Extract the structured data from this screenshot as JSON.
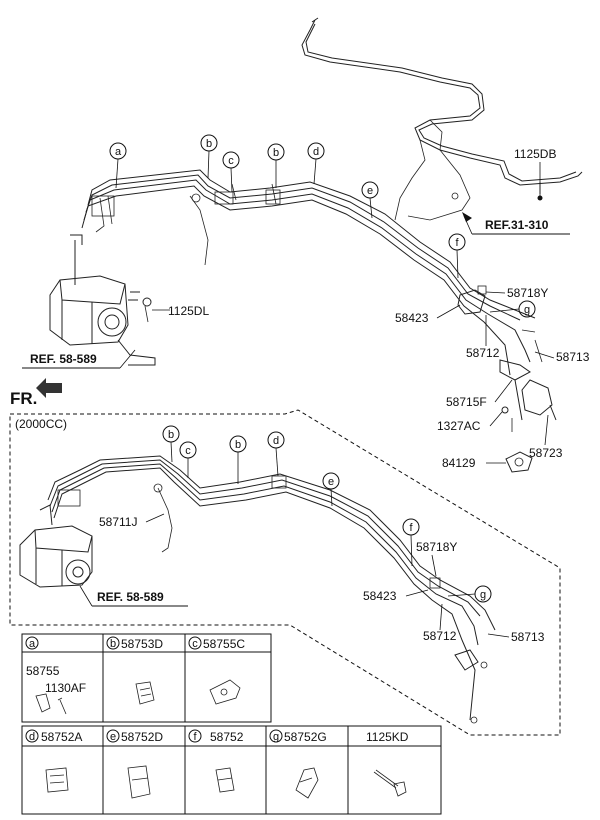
{
  "upper": {
    "callouts": [
      "a",
      "b",
      "c",
      "b",
      "d",
      "e",
      "f",
      "g"
    ],
    "labels": {
      "p1125DB": "1125DB",
      "ref31310": "REF.31-310",
      "p1125DL": "1125DL",
      "ref58589": "REF. 58-589",
      "p58718Y": "58718Y",
      "p58423": "58423",
      "p58712": "58712",
      "p58713": "58713",
      "p58715F": "58715F",
      "p1327AC": "1327AC",
      "p84129": "84129",
      "p58723": "58723"
    }
  },
  "fr_label": "FR.",
  "lower": {
    "variant": "(2000CC)",
    "callouts": [
      "b",
      "c",
      "b",
      "d",
      "e",
      "f",
      "g"
    ],
    "labels": {
      "p58711J": "58711J",
      "ref58589": "REF. 58-589",
      "p58718Y": "58718Y",
      "p58423": "58423",
      "p58712": "58712",
      "p58713": "58713"
    }
  },
  "legend": {
    "row1": [
      {
        "letter": "a",
        "parts": [
          "58755",
          "1130AF"
        ]
      },
      {
        "letter": "b",
        "code": "58753D"
      },
      {
        "letter": "c",
        "code": "58755C"
      }
    ],
    "row2": [
      {
        "letter": "d",
        "code": "58752A"
      },
      {
        "letter": "e",
        "code": "58752D"
      },
      {
        "letter": "f",
        "code": "58752"
      },
      {
        "letter": "g",
        "code": "58752G"
      },
      {
        "letter": "",
        "code": "1125KD"
      }
    ]
  }
}
